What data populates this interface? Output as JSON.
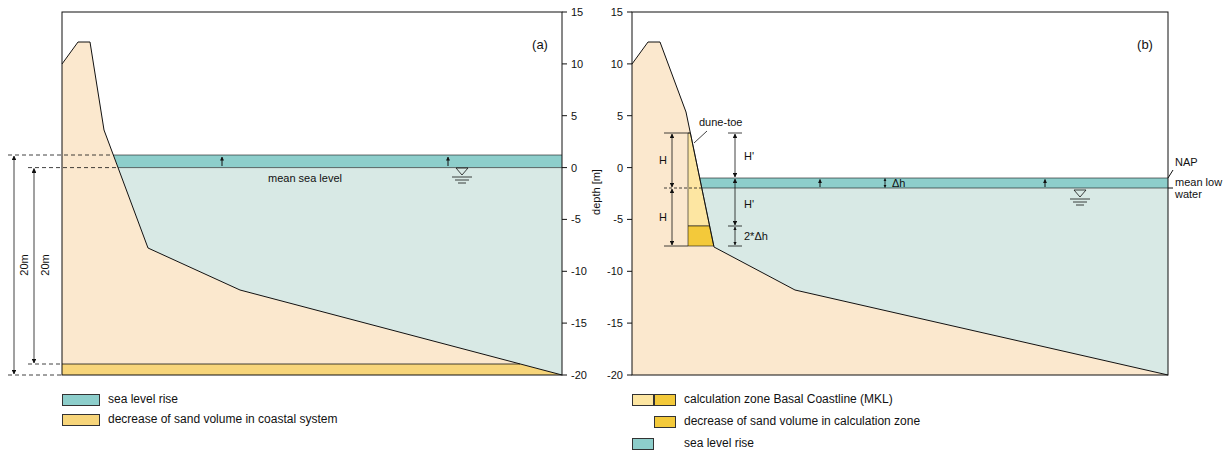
{
  "diagram": {
    "labels": [
      "(a)",
      "15",
      "10",
      "5",
      "0",
      "-5",
      "-10",
      "-15",
      "-20",
      "depth [m]",
      "mean sea level",
      "20m",
      "20m",
      "(b)",
      "15",
      "10",
      "5",
      "0",
      "-5",
      "-10",
      "-15",
      "-20",
      "dune-toe",
      "H",
      "H",
      "H'",
      "H'",
      "Δh",
      "2*Δh",
      "NAP",
      "mean low water"
    ],
    "legend": [
      {
        "text": "sea level rise",
        "color": "#8dcecb"
      },
      {
        "text": "decrease of sand volume in coastal system",
        "color": "#f7d57a"
      },
      {
        "text": "calculation zone Basal Coastline (MKL)",
        "color": "#fde6a2"
      },
      {
        "text": "decrease of sand volume in calculation zone",
        "color": "#f3c93a"
      },
      {
        "text": "sea level rise",
        "color": "#8dcecb"
      }
    ]
  }
}
